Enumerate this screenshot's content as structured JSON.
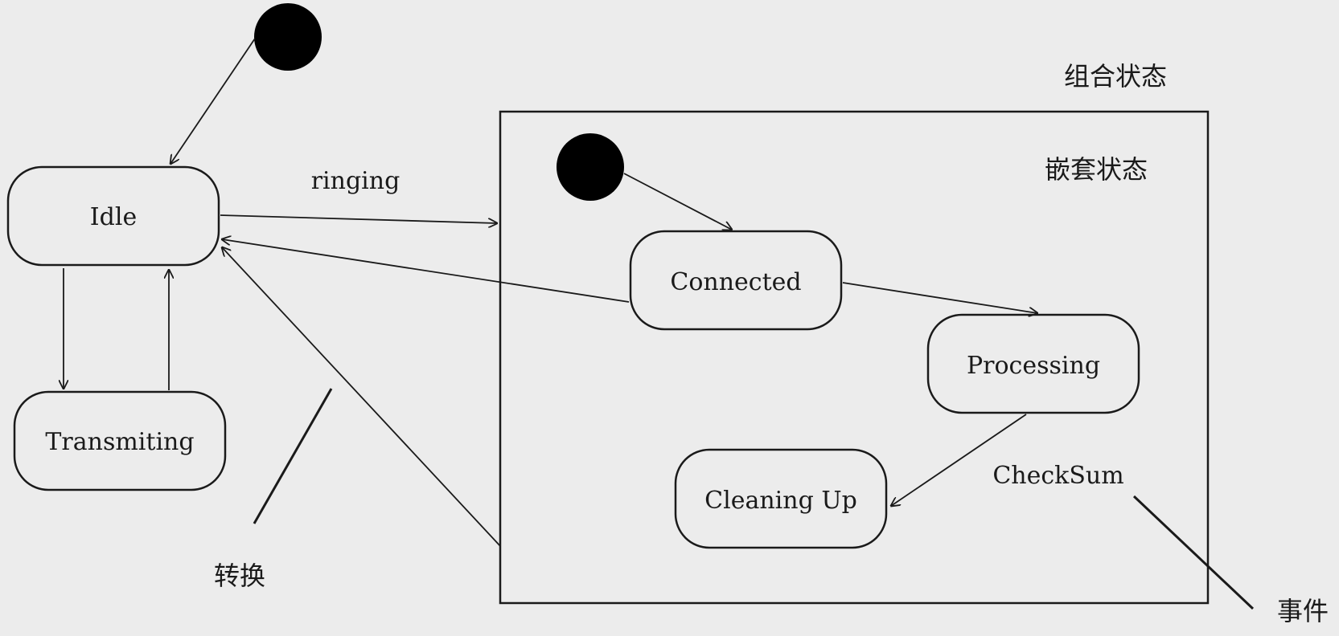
{
  "states": {
    "idle": "Idle",
    "transmiting": "Transmiting",
    "connected": "Connected",
    "processing": "Processing",
    "cleaning_up": "Cleaning Up"
  },
  "transition_labels": {
    "ringing": "ringing",
    "checksum": "CheckSum"
  },
  "annotations": {
    "composite_state": "组合状态",
    "nested_state": "嵌套状态",
    "transition": "转换",
    "event": "事件"
  },
  "colors": {
    "background": "#ececec",
    "stroke": "#1a1a1a",
    "initial_node": "#000000"
  }
}
